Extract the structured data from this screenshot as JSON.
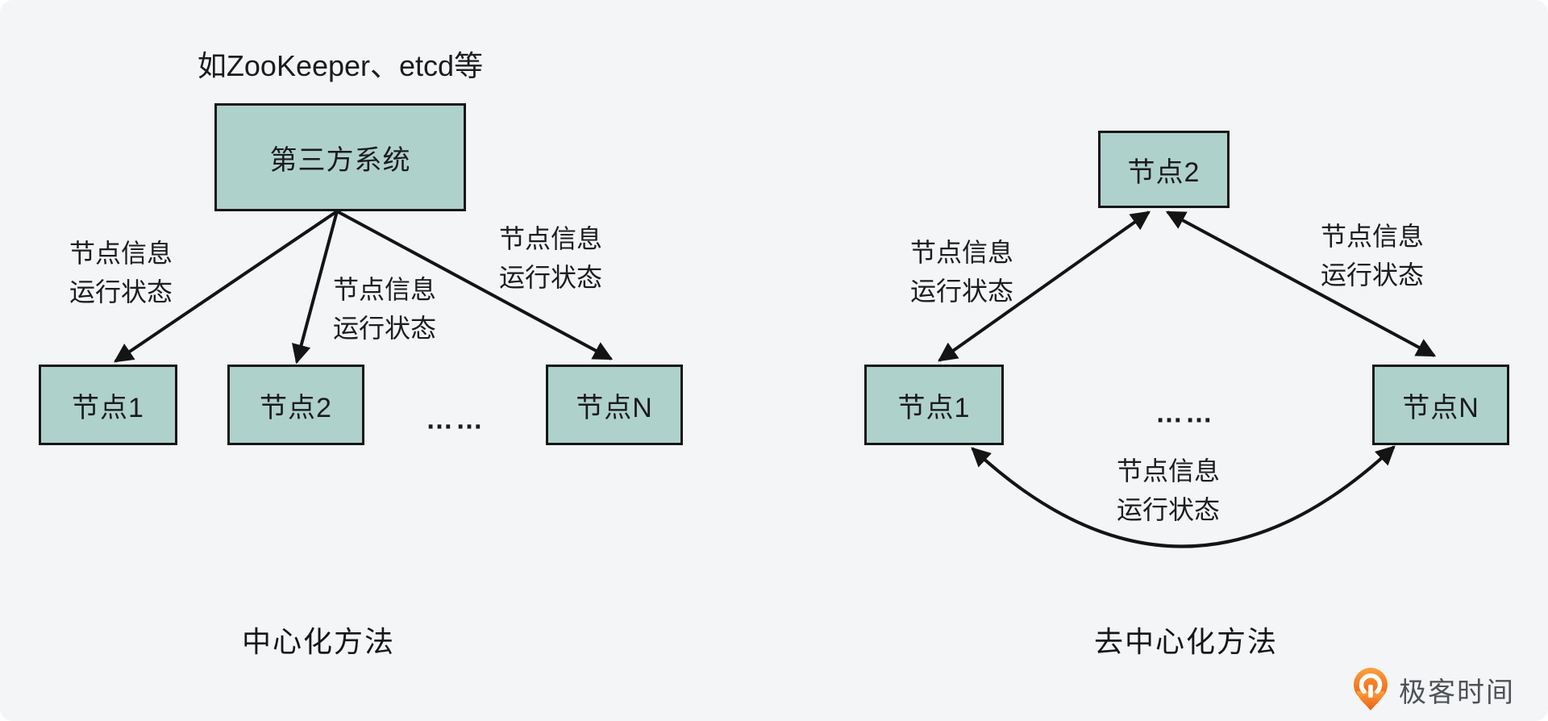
{
  "page": {
    "background": "#f4f5f6"
  },
  "colors": {
    "node_fill": "#afd1cc",
    "node_border": "#161616",
    "arrow": "#141414",
    "text": "#1b1b1d",
    "logo_orange_top": "#fba13d",
    "logo_orange_bottom": "#ec5a10",
    "logo_text": "#4e5257"
  },
  "left_diagram": {
    "note": "如ZooKeeper、etcd等",
    "center_node": "第三方系统",
    "nodes": [
      "节点1",
      "节点2",
      "节点N"
    ],
    "dots": "……",
    "edge_labels": [
      {
        "line1": "节点信息",
        "line2": "运行状态"
      },
      {
        "line1": "节点信息",
        "line2": "运行状态"
      },
      {
        "line1": "节点信息",
        "line2": "运行状态"
      }
    ],
    "caption": "中心化方法"
  },
  "right_diagram": {
    "top_node": "节点2",
    "bottom_nodes": [
      "节点1",
      "节点N"
    ],
    "dots": "……",
    "edge_labels": [
      {
        "line1": "节点信息",
        "line2": "运行状态"
      },
      {
        "line1": "节点信息",
        "line2": "运行状态"
      },
      {
        "line1": "节点信息",
        "line2": "运行状态"
      }
    ],
    "caption": "去中心化方法"
  },
  "footer": {
    "brand": "极客时间"
  }
}
